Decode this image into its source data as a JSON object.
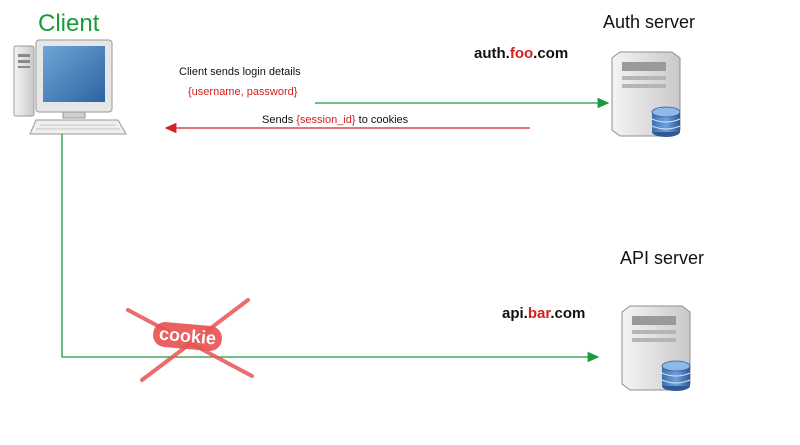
{
  "client": {
    "title": "Client"
  },
  "auth_server": {
    "title": "Auth server",
    "domain_prefix": "auth.",
    "domain_highlight": "foo",
    "domain_suffix": ".com"
  },
  "api_server": {
    "title": "API server",
    "domain_prefix": "api.",
    "domain_highlight": "bar",
    "domain_suffix": ".com"
  },
  "messages": {
    "login_line1": "Client sends login details",
    "login_line2": "{username, password}",
    "session_prefix": "Sends ",
    "session_highlight": "{session_id}",
    "session_suffix": " to cookies"
  },
  "cookie": {
    "label": "cookie"
  },
  "colors": {
    "green": "#1a9a3a",
    "red": "#d42020",
    "cross": "#e85454"
  },
  "icons": {
    "client": "desktop-computer-icon",
    "server": "server-database-icon"
  }
}
